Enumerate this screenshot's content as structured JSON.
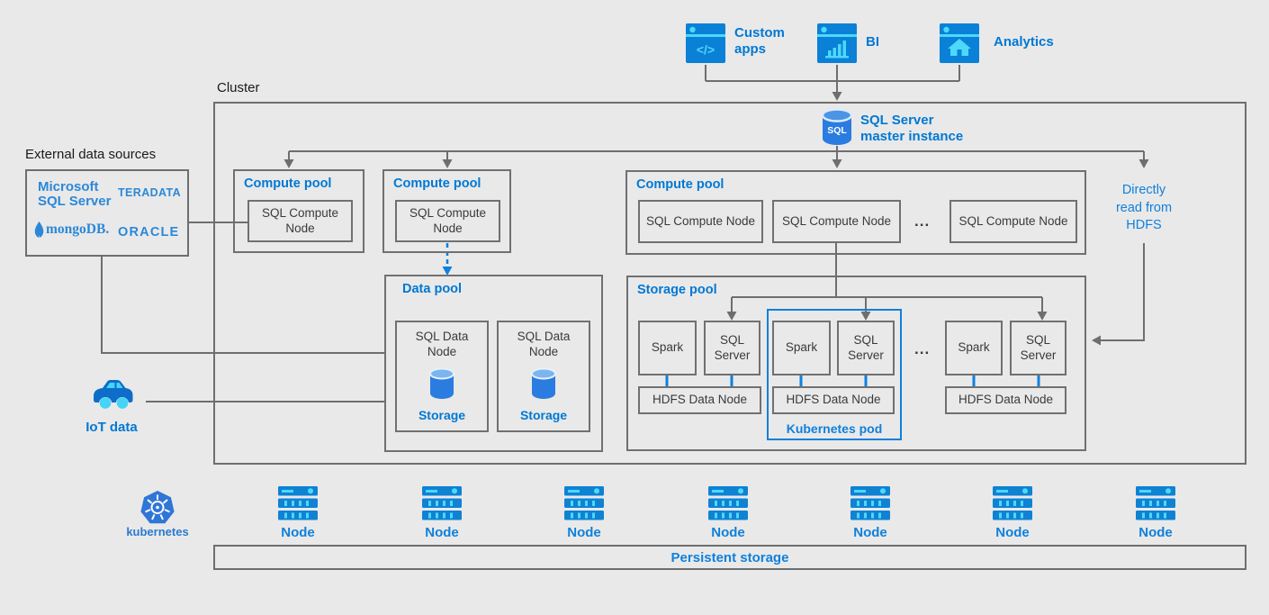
{
  "apps": {
    "custom_apps": "Custom apps",
    "bi": "BI",
    "analytics": "Analytics"
  },
  "cluster": {
    "label": "Cluster"
  },
  "master": {
    "line1": "SQL Server",
    "line2": "master instance",
    "icon_text": "SQL"
  },
  "external": {
    "title": "External data sources",
    "mssql_line1": "Microsoft",
    "mssql_line2": "SQL Server",
    "teradata": "TERADATA",
    "mongodb": "mongoDB.",
    "oracle": "ORACLE"
  },
  "iot": {
    "label": "IoT data"
  },
  "compute_pool_1": {
    "title": "Compute pool",
    "node": "SQL Compute Node"
  },
  "compute_pool_2": {
    "title": "Compute pool",
    "node": "SQL Compute Node"
  },
  "compute_pool_3": {
    "title": "Compute pool",
    "nodes": [
      "SQL Compute Node",
      "SQL Compute Node",
      "SQL Compute Node"
    ],
    "ellipsis": "..."
  },
  "data_pool": {
    "title": "Data pool",
    "nodes": [
      {
        "label": "SQL Data Node",
        "storage": "Storage"
      },
      {
        "label": "SQL Data Node",
        "storage": "Storage"
      }
    ]
  },
  "storage_pool": {
    "title": "Storage pool",
    "ellipsis": "...",
    "pod_label": "Kubernetes pod",
    "groups": [
      {
        "spark": "Spark",
        "sql": "SQL Server",
        "hdfs": "HDFS Data Node"
      },
      {
        "spark": "Spark",
        "sql": "SQL Server",
        "hdfs": "HDFS Data Node"
      },
      {
        "spark": "Spark",
        "sql": "SQL Server",
        "hdfs": "HDFS Data Node"
      }
    ]
  },
  "directly_read": {
    "line1": "Directly",
    "line2": "read from",
    "line3": "HDFS"
  },
  "kubernetes": {
    "label": "kubernetes"
  },
  "nodes_row": {
    "labels": [
      "Node",
      "Node",
      "Node",
      "Node",
      "Node",
      "Node",
      "Node"
    ]
  },
  "persistent_storage": {
    "label": "Persistent storage"
  },
  "colors": {
    "accent_blue": "#0078d4",
    "icon_blue": "#0a80d7",
    "icon_cyan": "#4cd9fa",
    "cylinder_blue": "#2b7ce0",
    "line_gray": "#6e6e6e",
    "background": "#e9e9e9"
  }
}
